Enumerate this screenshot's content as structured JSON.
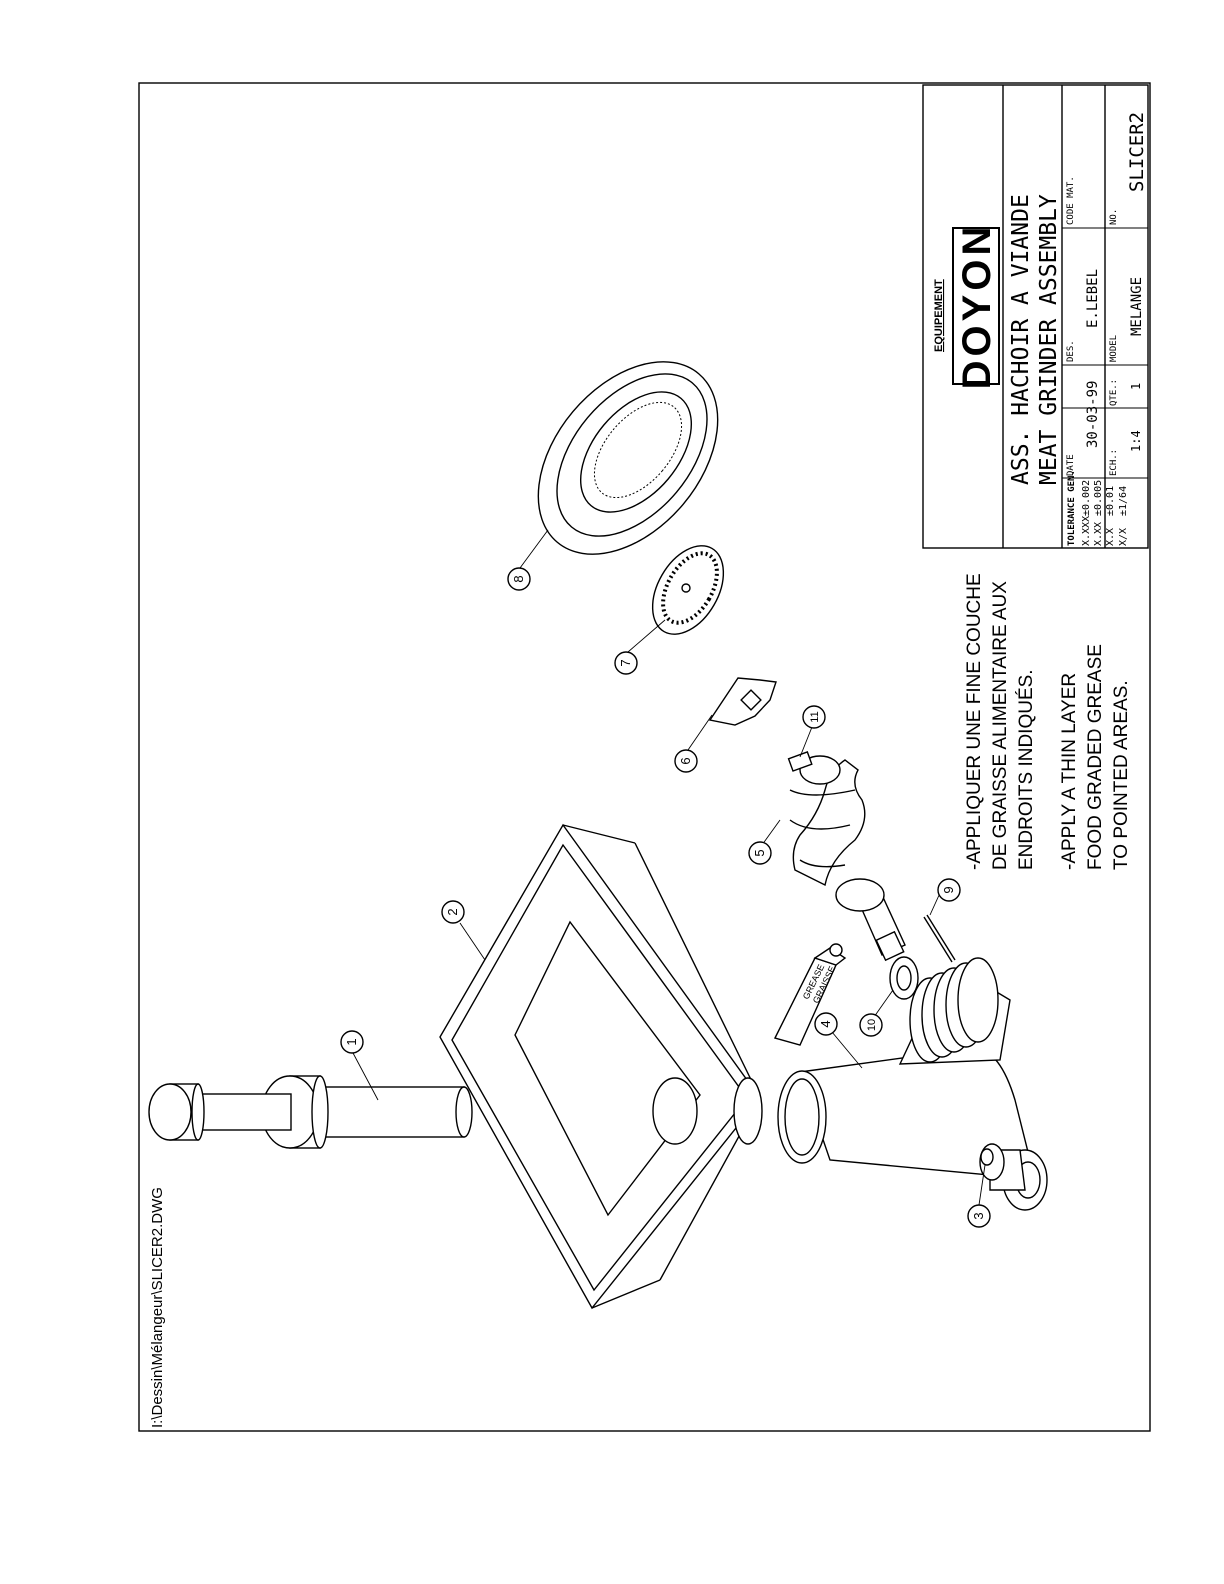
{
  "file_path": "I:\\Dessin\\Mélangeur\\SLICER2.DWG",
  "notes": {
    "fr": [
      "-APPLIQUER UNE FINE COUCHE",
      "DE GRAISSE ALIMENTAIRE AUX",
      "ENDROITS INDIQUÉS."
    ],
    "en": [
      "-APPLY A THIN LAYER",
      "FOOD GRADED GREASE",
      "TO POINTED AREAS."
    ]
  },
  "grease_tube": {
    "line1": "GREASE",
    "line2": "GRAISSE"
  },
  "balloons": [
    "1",
    "2",
    "3",
    "4",
    "5",
    "6",
    "7",
    "8",
    "9",
    "10",
    "11"
  ],
  "title_block": {
    "company_small": "EQUIPEMENT",
    "company_logo": "DOYON",
    "title_fr": "ASS. HACHOIR A VIANDE",
    "title_en": "MEAT GRINDER ASSEMBLY",
    "tolerance_label": "TOLERANCE GEN.",
    "tolerances": [
      {
        "fmt": "X.XXX",
        "val": "±0.002"
      },
      {
        "fmt": "X.XX",
        "val": "±0.005"
      },
      {
        "fmt": "X.X",
        "val": "±0.01"
      },
      {
        "fmt": "X/X",
        "val": "±1/64"
      }
    ],
    "date_label": "DATE",
    "date_value": "30-03-99",
    "des_label": "DES.",
    "des_value": "E.LEBEL",
    "code_label": "CODE MAT.",
    "ech_label": "ECH.:",
    "ech_value": "1:4",
    "qte_label": "QTE.:",
    "qte_value": "1",
    "model_label": "MODEL",
    "model_value": "MELANGE",
    "no_label": "NO.",
    "no_value": "SLICER2"
  }
}
